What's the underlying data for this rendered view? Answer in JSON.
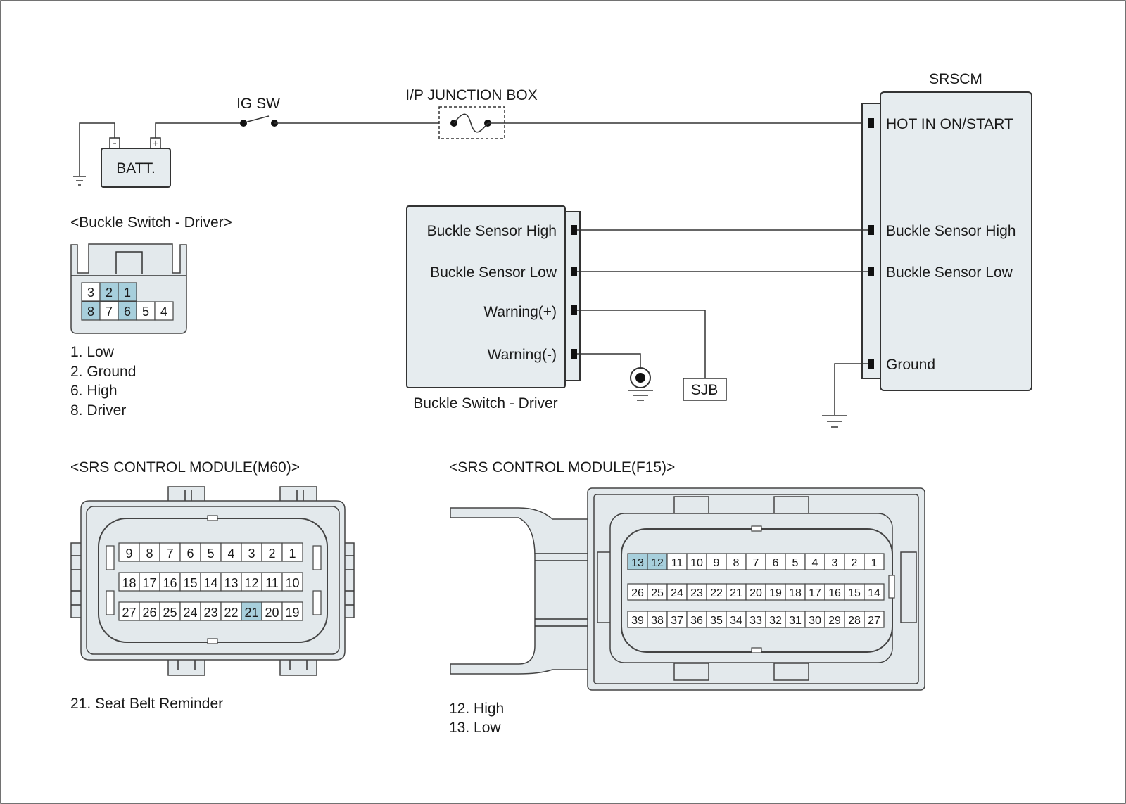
{
  "labels": {
    "ig_sw": "IG SW",
    "jbox": "I/P JUNCTION BOX",
    "srscm": "SRSCM",
    "batt": "BATT.",
    "batt_neg": "-",
    "batt_pos": "+",
    "sjb": "SJB",
    "buckle_component": "Buckle Switch - Driver"
  },
  "buckle_pins": [
    "Buckle Sensor High",
    "Buckle Sensor Low",
    "Warning(+)",
    "Warning(-)"
  ],
  "srscm_pins": [
    "HOT IN ON/START",
    "Buckle Sensor High",
    "Buckle Sensor Low",
    "Ground"
  ],
  "buckle_connector": {
    "title": "<Buckle Switch - Driver>",
    "row1": [
      "3",
      "2",
      "1"
    ],
    "row2": [
      "8",
      "7",
      "6",
      "5",
      "4"
    ],
    "legend": [
      "1. Low",
      "2. Ground",
      "6. High",
      "8. Driver"
    ],
    "highlight": [
      "1",
      "2",
      "6",
      "8"
    ]
  },
  "m60": {
    "title": "<SRS CONTROL MODULE(M60)>",
    "rows": [
      [
        "9",
        "8",
        "7",
        "6",
        "5",
        "4",
        "3",
        "2",
        "1"
      ],
      [
        "18",
        "17",
        "16",
        "15",
        "14",
        "13",
        "12",
        "11",
        "10"
      ],
      [
        "27",
        "26",
        "25",
        "24",
        "23",
        "22",
        "21",
        "20",
        "19"
      ]
    ],
    "highlight": [
      "21"
    ],
    "legend": [
      "21. Seat Belt Reminder"
    ]
  },
  "f15": {
    "title": "<SRS CONTROL MODULE(F15)>",
    "rows": [
      [
        "13",
        "12",
        "11",
        "10",
        "9",
        "8",
        "7",
        "6",
        "5",
        "4",
        "3",
        "2",
        "1"
      ],
      [
        "26",
        "25",
        "24",
        "23",
        "22",
        "21",
        "20",
        "19",
        "18",
        "17",
        "16",
        "15",
        "14"
      ],
      [
        "39",
        "38",
        "37",
        "36",
        "35",
        "34",
        "33",
        "32",
        "31",
        "30",
        "29",
        "28",
        "27"
      ]
    ],
    "highlight": [
      "12",
      "13"
    ],
    "legend": [
      "12. High",
      "13. Low"
    ]
  },
  "colors": {
    "highlight": "#a7cfdc",
    "module_fill": "#e6ecef"
  }
}
